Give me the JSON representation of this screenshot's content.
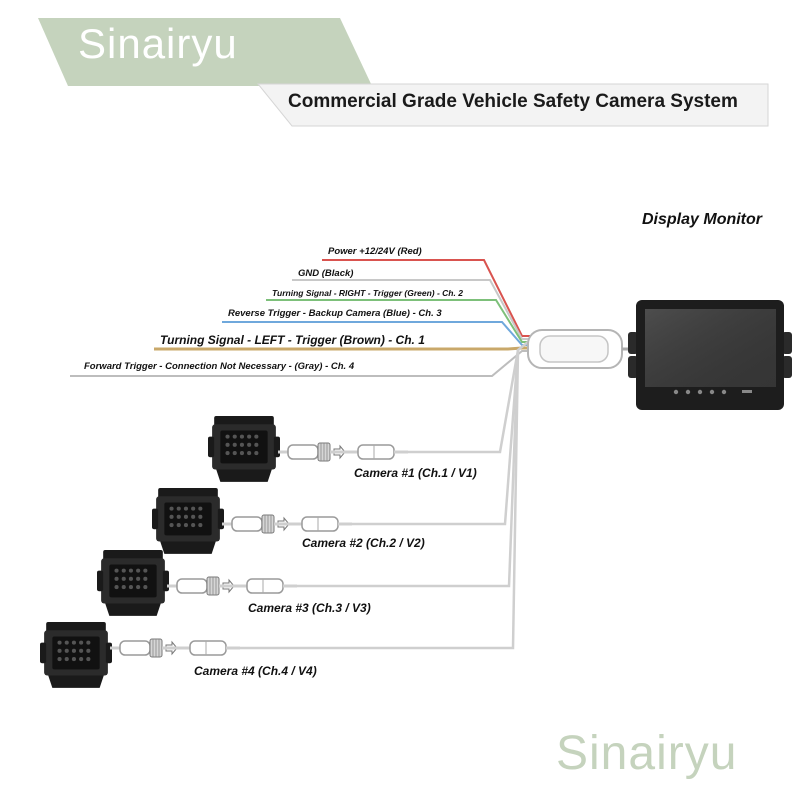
{
  "header": {
    "brand": "Sinairyu",
    "subtitle": "Commercial Grade Vehicle Safety Camera System"
  },
  "monitor": {
    "title": "Display Monitor"
  },
  "wires": [
    {
      "label": "Power +12/24V (Red)",
      "color": "#d9534f"
    },
    {
      "label": "GND (Black)",
      "color": "#c8c8c8"
    },
    {
      "label": "Turning Signal - RIGHT - Trigger (Green) - Ch. 2",
      "color": "#7dc07a"
    },
    {
      "label": "Reverse Trigger - Backup Camera (Blue) - Ch. 3",
      "color": "#6fa8dc"
    },
    {
      "label": "Turning Signal - LEFT - Trigger (Brown) - Ch. 1",
      "color": "#c9a86a"
    },
    {
      "label": "Forward Trigger - Connection Not Necessary - (Gray) - Ch. 4",
      "color": "#bdbdbd"
    }
  ],
  "cameras": [
    {
      "label": "Camera #1 (Ch.1 / V1)"
    },
    {
      "label": "Camera #2 (Ch.2 / V2)"
    },
    {
      "label": "Camera #3 (Ch.3 / V3)"
    },
    {
      "label": "Camera #4 (Ch.4 / V4)"
    }
  ],
  "footer": {
    "watermark": "Sinairyu"
  }
}
